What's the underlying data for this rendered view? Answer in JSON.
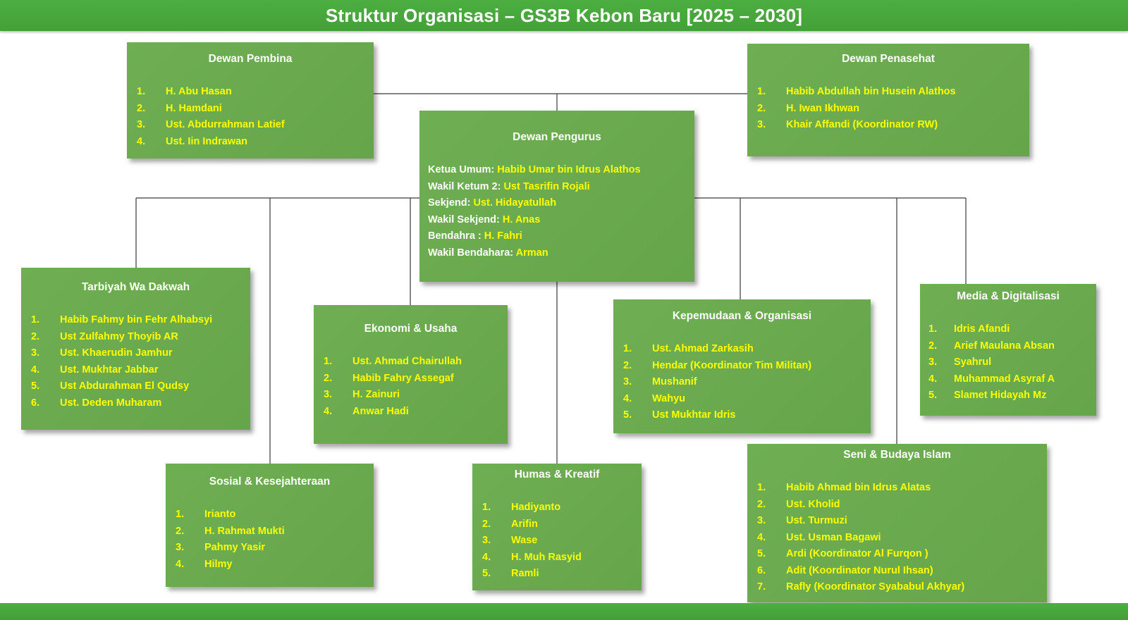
{
  "header": {
    "title": "Struktur Organisasi – GS3B Kebon Baru [2025 – 2030]"
  },
  "colors": {
    "header_green": "#47A63C",
    "box_green": "#69A84E",
    "member_yellow": "#FFFF00",
    "title_white": "#FFFFFF",
    "connector_line": "#3A3A3A"
  },
  "boxes": {
    "dewan_pembina": {
      "title": "Dewan Pembina",
      "members": [
        "H. Abu Hasan",
        "H. Hamdani",
        "Ust. Abdurrahman Latief",
        "Ust. Iin Indrawan"
      ]
    },
    "dewan_penasehat": {
      "title": "Dewan Penasehat",
      "members": [
        "Habib Abdullah bin Husein Alathos",
        "H. Iwan Ikhwan",
        "Khair Affandi (Koordinator RW)"
      ]
    },
    "dewan_pengurus": {
      "title": "Dewan Pengurus",
      "roles": [
        {
          "label": "Ketua Umum:",
          "name": "Habib Umar bin Idrus Alathos"
        },
        {
          "label": "Wakil Ketum 2:",
          "name": "Ust Tasrifin Rojali"
        },
        {
          "label": "Sekjend:",
          "name": "Ust. Hidayatullah"
        },
        {
          "label": "Wakil Sekjend:",
          "name": "H. Anas"
        },
        {
          "label": "Bendahra :",
          "name": "H. Fahri"
        },
        {
          "label": "Wakil Bendahara:",
          "name": "Arman"
        }
      ]
    },
    "tarbiyah": {
      "title": "Tarbiyah Wa Dakwah",
      "members": [
        "Habib Fahmy bin Fehr Alhabsyi",
        "Ust Zulfahmy Thoyib AR",
        "Ust. Khaerudin Jamhur",
        "Ust. Mukhtar Jabbar",
        "Ust Abdurahman El Qudsy",
        "Ust. Deden Muharam"
      ]
    },
    "ekonomi": {
      "title": "Ekonomi & Usaha",
      "members": [
        "Ust. Ahmad Chairullah",
        "Habib Fahry Assegaf",
        "H. Zainuri",
        "Anwar Hadi"
      ]
    },
    "kepemudaan": {
      "title": "Kepemudaan & Organisasi",
      "members": [
        "Ust. Ahmad Zarkasih",
        "Hendar (Koordinator Tim Militan)",
        "Mushanif",
        "Wahyu",
        "Ust Mukhtar Idris"
      ]
    },
    "media": {
      "title": "Media & Digitalisasi",
      "members": [
        "Idris Afandi",
        "Arief Maulana Absan",
        "Syahrul",
        "Muhammad Asyraf A",
        "Slamet Hidayah Mz"
      ]
    },
    "sosial": {
      "title": "Sosial & Kesejahteraan",
      "members": [
        "Irianto",
        "H. Rahmat Mukti",
        "Pahmy Yasir",
        "Hilmy"
      ]
    },
    "humas": {
      "title": "Humas & Kreatif",
      "members": [
        "Hadiyanto",
        "Arifin",
        "Wase",
        "H. Muh Rasyid",
        "Ramli"
      ]
    },
    "seni": {
      "title": "Seni & Budaya Islam",
      "members": [
        "Habib Ahmad bin Idrus Alatas",
        "Ust. Kholid",
        "Ust. Turmuzi",
        "Ust. Usman Bagawi",
        "Ardi (Koordinator Al Furqon )",
        "Adit (Koordinator Nurul Ihsan)",
        "Rafly (Koordinator Syababul Akhyar)"
      ]
    }
  }
}
